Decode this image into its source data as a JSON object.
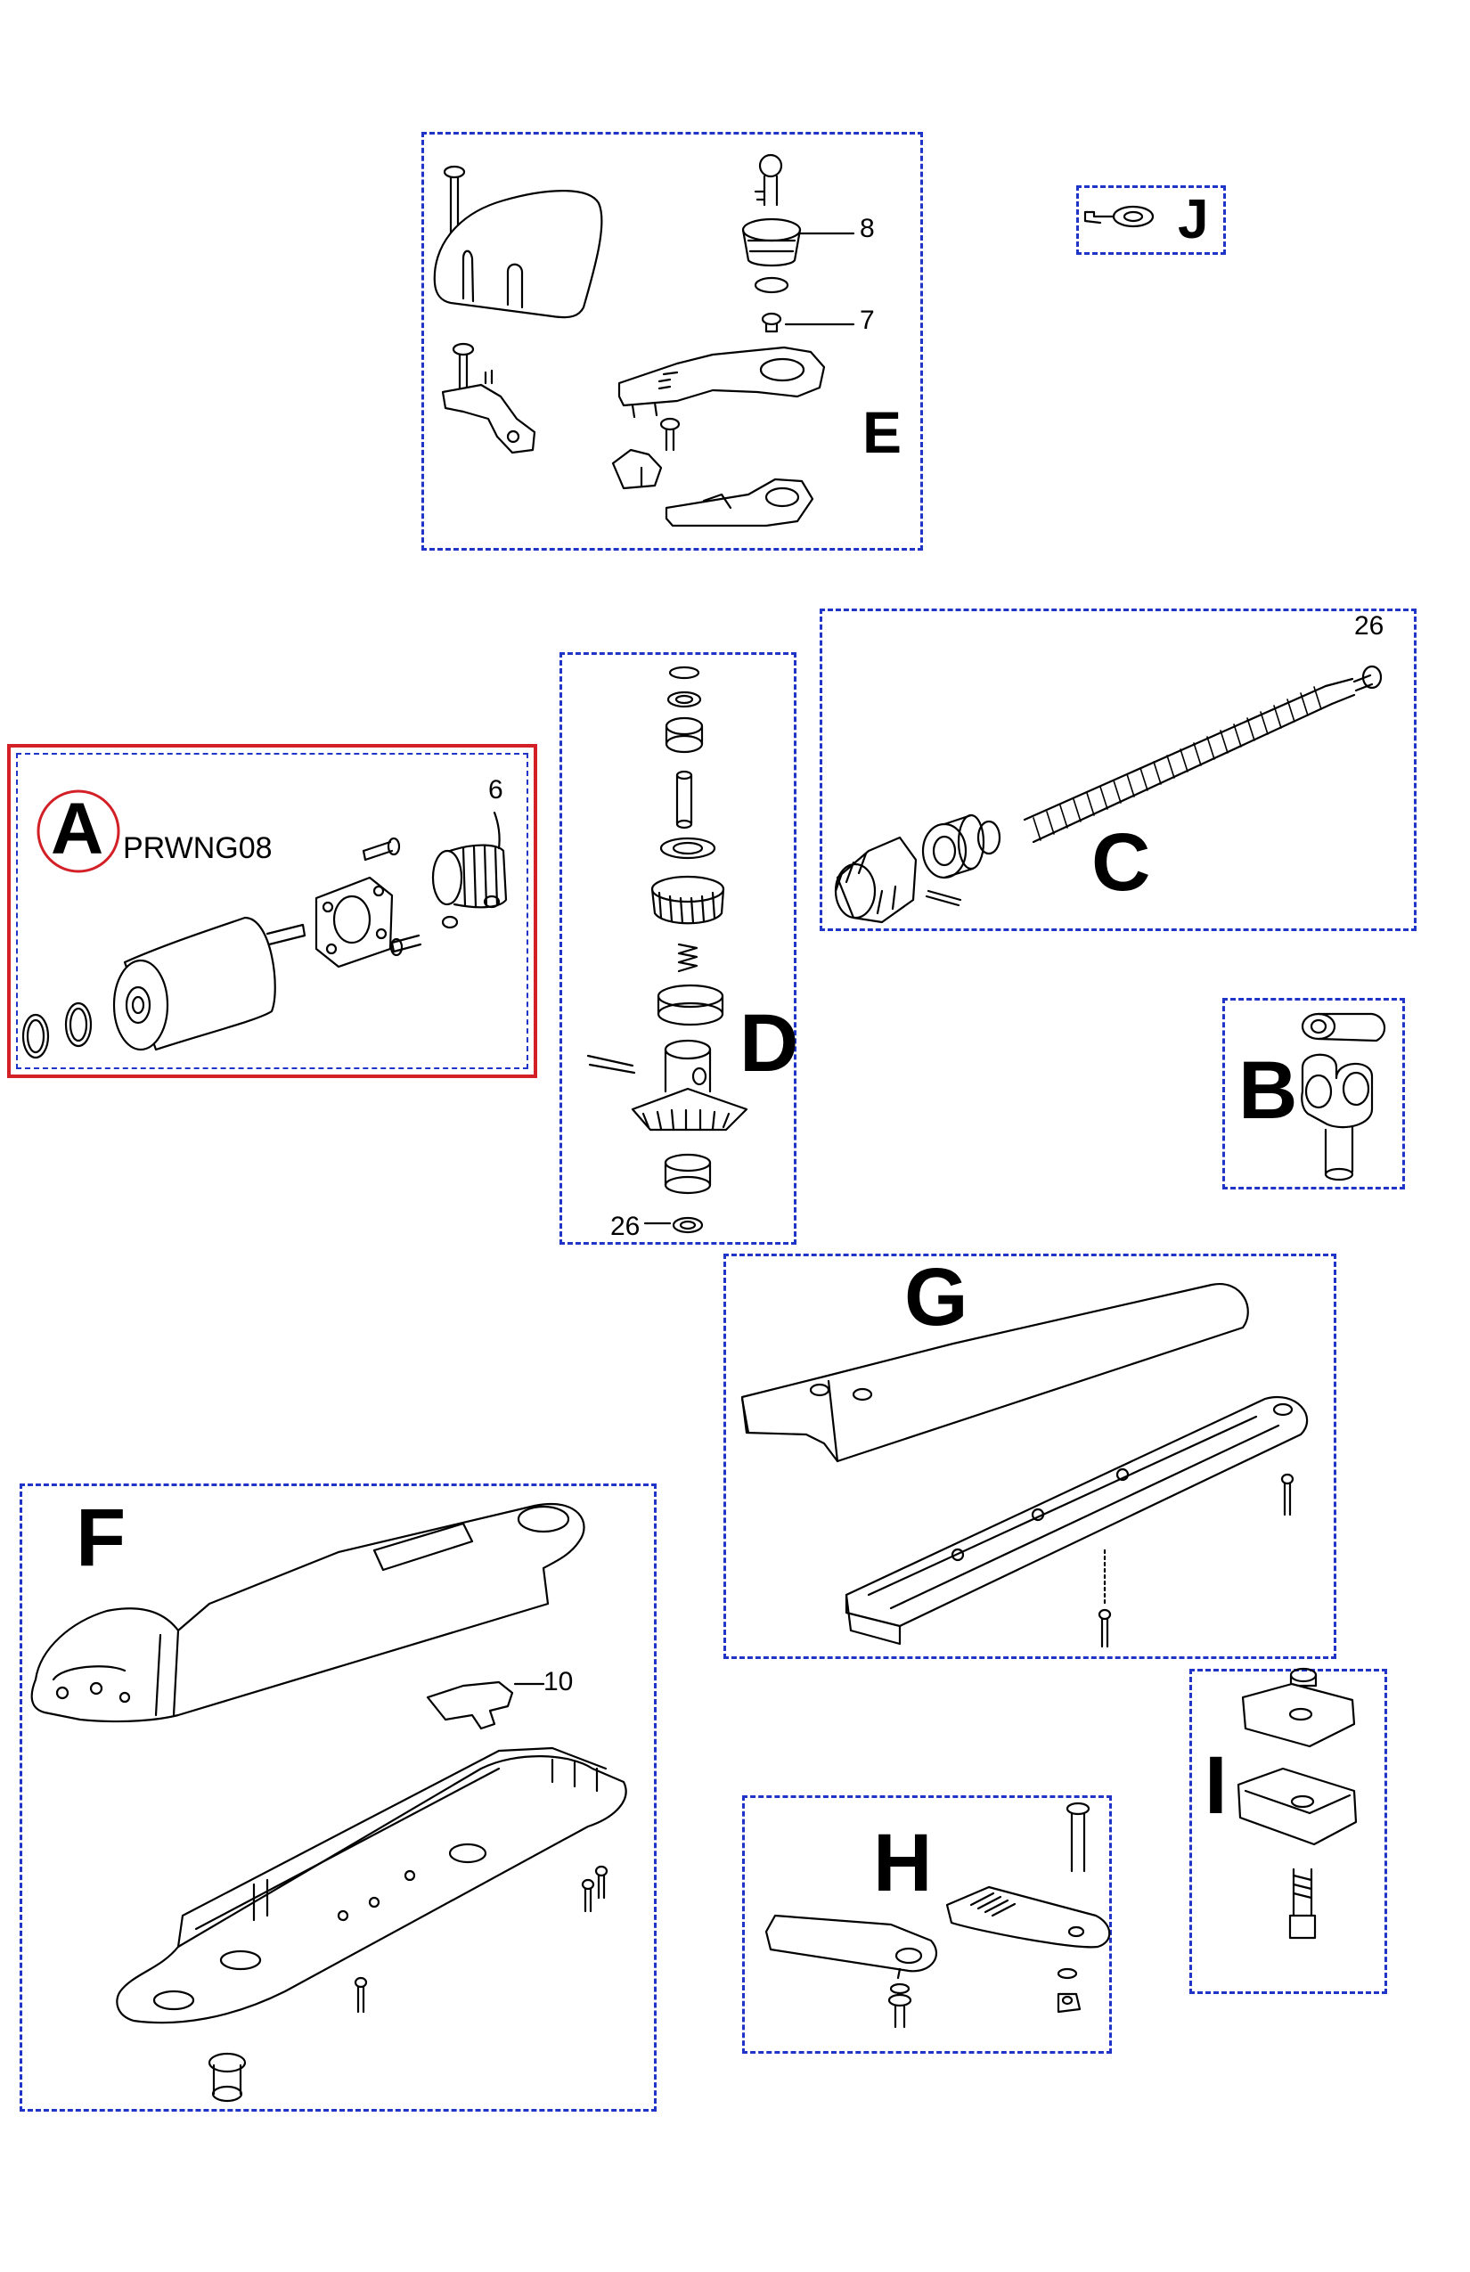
{
  "groups": {
    "E": {
      "letter": "E",
      "callouts": [
        "8",
        "7"
      ]
    },
    "J": {
      "letter": "J"
    },
    "A": {
      "letter": "A",
      "part_code": "PRWNG08",
      "callouts": [
        "6"
      ],
      "selected": true
    },
    "D": {
      "letter": "D",
      "callouts": [
        "26"
      ]
    },
    "C": {
      "letter": "C",
      "callouts": [
        "26"
      ]
    },
    "B": {
      "letter": "B"
    },
    "G": {
      "letter": "G"
    },
    "F": {
      "letter": "F",
      "callouts": [
        "10"
      ]
    },
    "H": {
      "letter": "H"
    },
    "I": {
      "letter": "I"
    }
  },
  "colors": {
    "box_border": "#1f35c8",
    "selected_border": "#d32027",
    "ink": "#000000"
  }
}
